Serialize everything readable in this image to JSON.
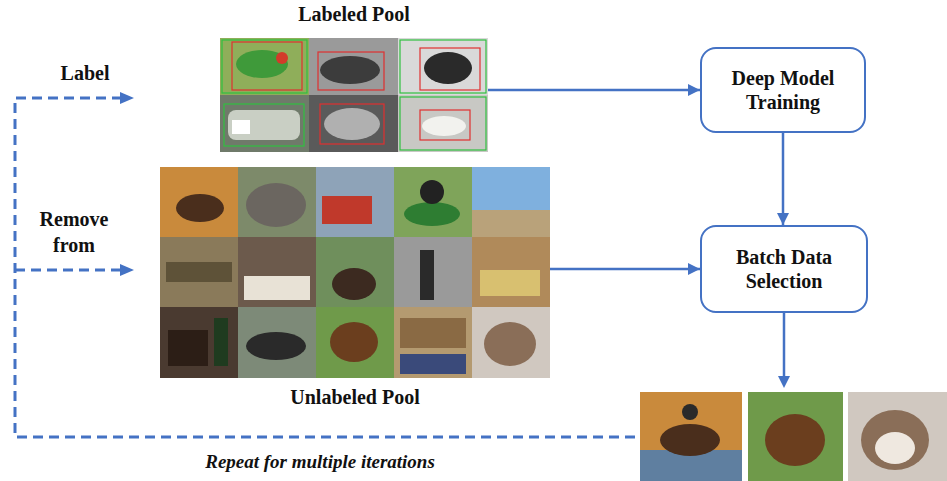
{
  "diagram": {
    "nodes": [
      {
        "text": [
          "Labeled Pool"
        ]
      },
      {
        "text": [
          "Deep Model Training"
        ]
      },
      {
        "text": [
          "Unlabeled Pool"
        ]
      },
      {
        "text": [
          "Batch Data Selection"
        ]
      }
    ],
    "edges": [
      {
        "from": 0,
        "to": 1,
        "arrow": "to"
      },
      {
        "from": 1,
        "to": 3,
        "arrow": "to"
      },
      {
        "from": 2,
        "to": 3,
        "arrow": "to"
      }
    ],
    "labels": [
      "Label",
      "Remove from",
      "Repeat for multiple iterations"
    ]
  }
}
